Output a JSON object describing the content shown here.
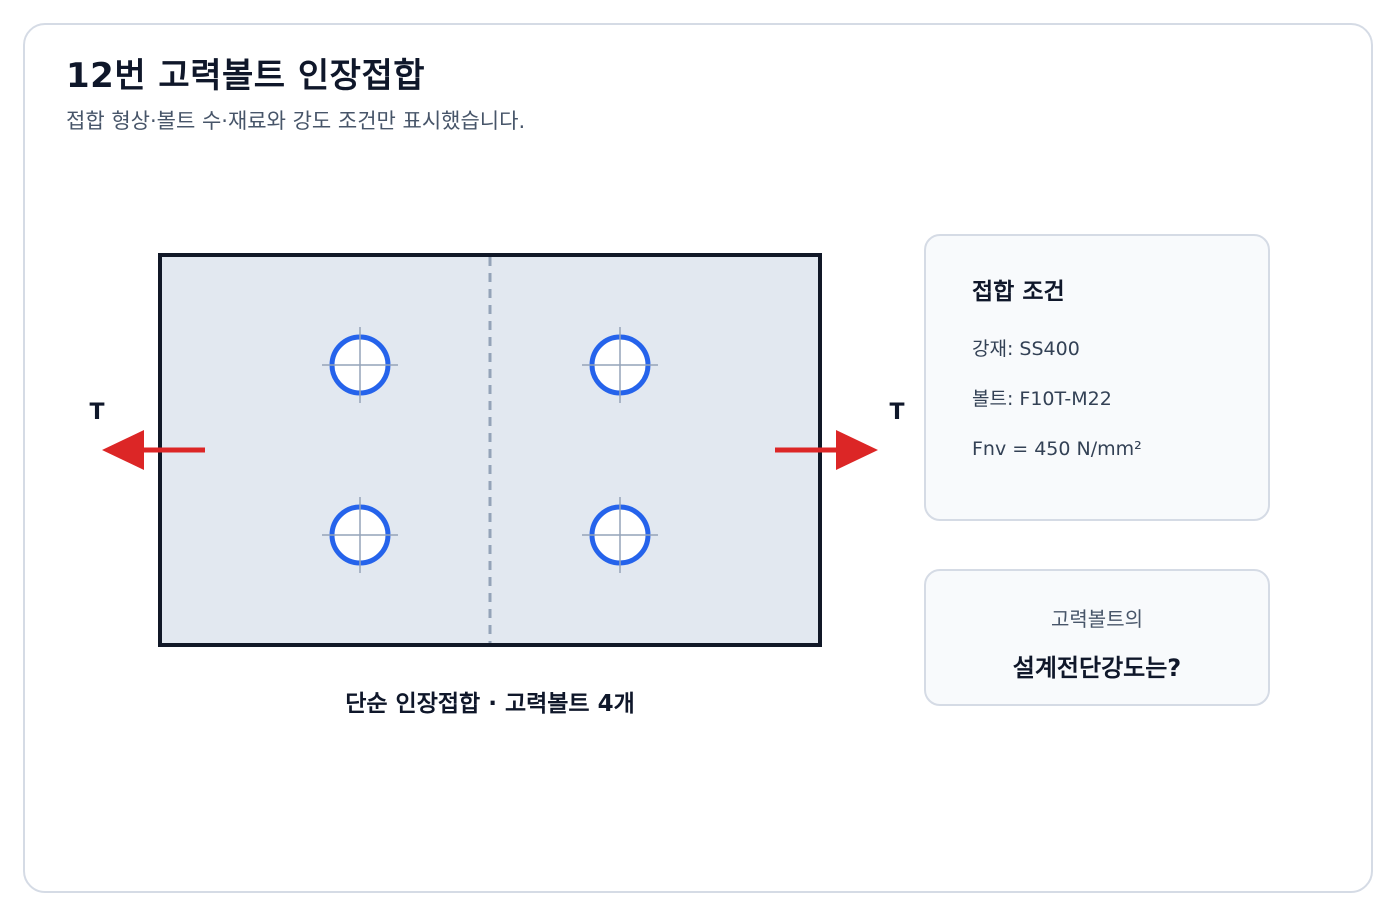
{
  "header": {
    "title": "12번 고력볼트 인장접합",
    "subtitle": "접합 형상·볼트 수·재료와 강도 조건만 표시했습니다."
  },
  "diagram": {
    "load_left_label": "T",
    "load_right_label": "T",
    "bolt_count": 4,
    "caption": "단순 인장접합 · 고력볼트 4개",
    "colors": {
      "plate_fill": "#e2e8f0",
      "plate_border": "#111827",
      "bolt": "#2563eb",
      "arrow": "#dc2626",
      "splice_line": "#94a3b8"
    }
  },
  "conditions": {
    "heading": "접합 조건",
    "steel": "강재: SS400",
    "bolt": "볼트: F10T-M22",
    "strength": "Fnv = 450 N/mm²"
  },
  "question": {
    "line1": "고력볼트의",
    "line2": "설계전단강도는?"
  }
}
